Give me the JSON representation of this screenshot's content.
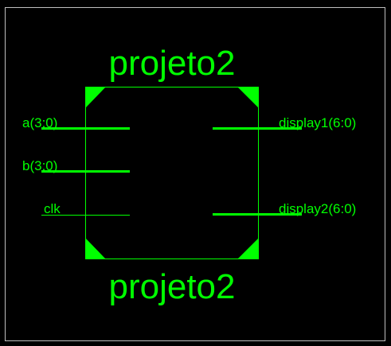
{
  "symbol": {
    "name_top": "projeto2",
    "name_bottom": "projeto2",
    "ports": {
      "left": [
        {
          "id": "a",
          "label": "a(3:0)",
          "bus": true
        },
        {
          "id": "b",
          "label": "b(3:0)",
          "bus": true
        },
        {
          "id": "clk",
          "label": "clk",
          "bus": false
        }
      ],
      "right": [
        {
          "id": "display1",
          "label": "display1(6:0)",
          "bus": true
        },
        {
          "id": "display2",
          "label": "display2(6:0)",
          "bus": true
        }
      ]
    }
  },
  "colors": {
    "background": "#000000",
    "foreground": "#00ff00",
    "frame": "#bfbfbf"
  }
}
